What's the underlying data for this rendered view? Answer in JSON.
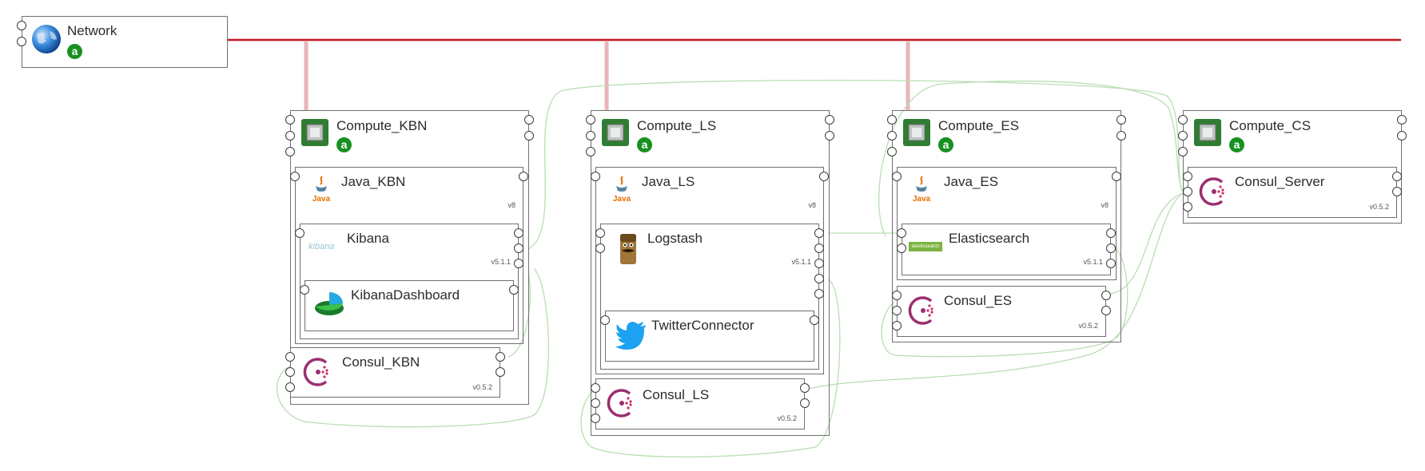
{
  "network": {
    "label": "Network",
    "badge": "a",
    "line_color": "#c0151f",
    "stub_color": "#e8b5ba"
  },
  "link_color": "#b9deb3",
  "nodes": {
    "compute_kbn": {
      "label": "Compute_KBN",
      "badge": "a"
    },
    "java_kbn": {
      "label": "Java_KBN",
      "version": "v8",
      "logo_text": "Java"
    },
    "kibana": {
      "label": "Kibana",
      "version": "v5.1.1",
      "logo_text": "kibana"
    },
    "kibana_dashboard": {
      "label": "KibanaDashboard"
    },
    "consul_kbn": {
      "label": "Consul_KBN",
      "version": "v0.5.2"
    },
    "compute_ls": {
      "label": "Compute_LS",
      "badge": "a"
    },
    "java_ls": {
      "label": "Java_LS",
      "version": "v8",
      "logo_text": "Java"
    },
    "logstash": {
      "label": "Logstash",
      "version": "v5.1.1"
    },
    "twitter_connector": {
      "label": "TwitterConnector"
    },
    "consul_ls": {
      "label": "Consul_LS",
      "version": "v0.5.2"
    },
    "compute_es": {
      "label": "Compute_ES",
      "badge": "a"
    },
    "java_es": {
      "label": "Java_ES",
      "version": "v8",
      "logo_text": "Java"
    },
    "elasticsearch": {
      "label": "Elasticsearch",
      "version": "v5.1.1",
      "logo_text": "elasticsearch"
    },
    "consul_es": {
      "label": "Consul_ES",
      "version": "v0.5.2"
    },
    "compute_cs": {
      "label": "Compute_CS",
      "badge": "a"
    },
    "consul_server": {
      "label": "Consul_Server",
      "version": "v0.5.2"
    }
  }
}
